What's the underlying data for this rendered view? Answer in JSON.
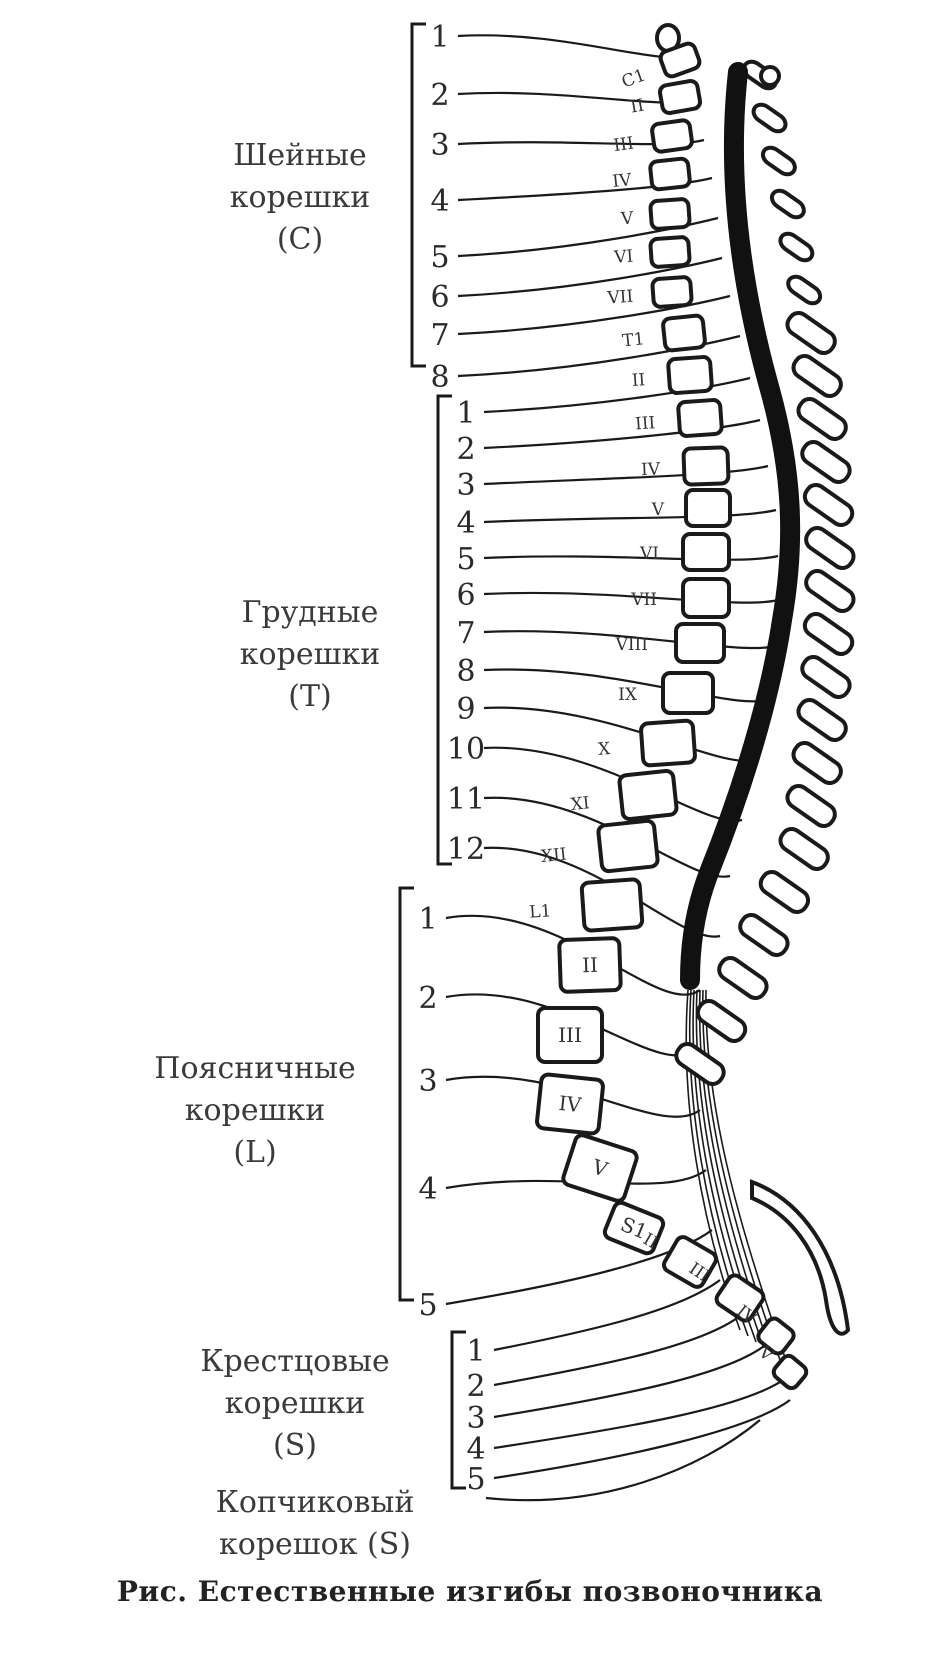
{
  "groups": [
    {
      "id": "cervical",
      "label": [
        "Шейные",
        "корешки",
        "(C)"
      ],
      "numbers": [
        "1",
        "2",
        "3",
        "4",
        "5",
        "6",
        "7",
        "8"
      ]
    },
    {
      "id": "thoracic",
      "label": [
        "Грудные",
        "корешки",
        "(T)"
      ],
      "numbers": [
        "1",
        "2",
        "3",
        "4",
        "5",
        "6",
        "7",
        "8",
        "9",
        "10",
        "11",
        "12"
      ]
    },
    {
      "id": "lumbar",
      "label": [
        "Поясничные",
        "корешки",
        "(L)"
      ],
      "numbers": [
        "1",
        "2",
        "3",
        "4",
        "5"
      ]
    },
    {
      "id": "sacral",
      "label": [
        "Крестцовые",
        "корешки",
        "(S)"
      ],
      "numbers": [
        "1",
        "2",
        "3",
        "4",
        "5"
      ]
    },
    {
      "id": "coccygeal",
      "label": [
        "Копчиковый",
        "корешок (S)"
      ],
      "numbers": []
    }
  ],
  "vertebra_labels": [
    "C1",
    "II",
    "III",
    "IV",
    "V",
    "VI",
    "VII",
    "T1",
    "II",
    "III",
    "IV",
    "V",
    "VI",
    "VII",
    "VIII",
    "IX",
    "X",
    "XI",
    "XII",
    "L1",
    "II",
    "III",
    "IV",
    "V",
    "S1",
    "II",
    "III",
    "IV",
    "V"
  ],
  "caption": "Рис. Естественные изгибы позвоночника",
  "colors": {
    "ink": "#1a1a1a",
    "text": "#3a3a3a",
    "background": "#ffffff"
  }
}
